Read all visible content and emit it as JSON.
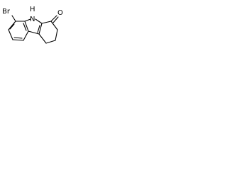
{
  "molecule": {
    "labels": {
      "bromine": "Br",
      "nitrogen_hydrogen": "H",
      "nitrogen": "N",
      "oxygen": "O"
    }
  }
}
